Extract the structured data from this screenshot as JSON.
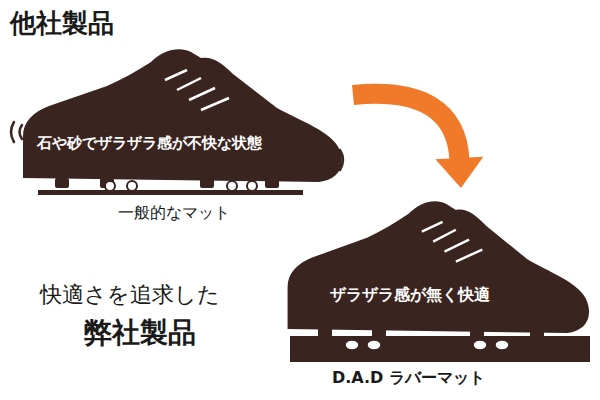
{
  "diagram": {
    "nodes": [
      {
        "text": [
          "石や砂でザラザラ感が不快な状態"
        ]
      },
      {
        "text": [
          "ザラザラ感が無く快適"
        ]
      }
    ],
    "edges": [
      {
        "from": 0,
        "to": 1,
        "arrow": "to"
      }
    ],
    "labels": [
      "他社製品",
      "一般的なマット",
      "快適さを追求した",
      "弊社製品",
      "D.A.D ラバーマット"
    ]
  }
}
